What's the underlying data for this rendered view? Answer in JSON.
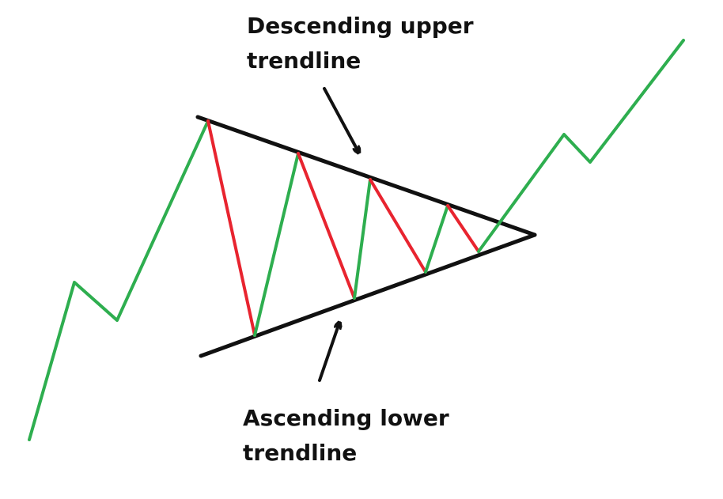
{
  "labels": {
    "upper_line1": "Descending upper",
    "upper_line2": "trendline",
    "lower_line1": "Ascending lower",
    "lower_line2": "trendline"
  },
  "colors": {
    "up_move": "#2eae4f",
    "down_move": "#e8242f",
    "trendline": "#111111",
    "background": "#ffffff"
  },
  "pattern": "symmetrical-triangle"
}
